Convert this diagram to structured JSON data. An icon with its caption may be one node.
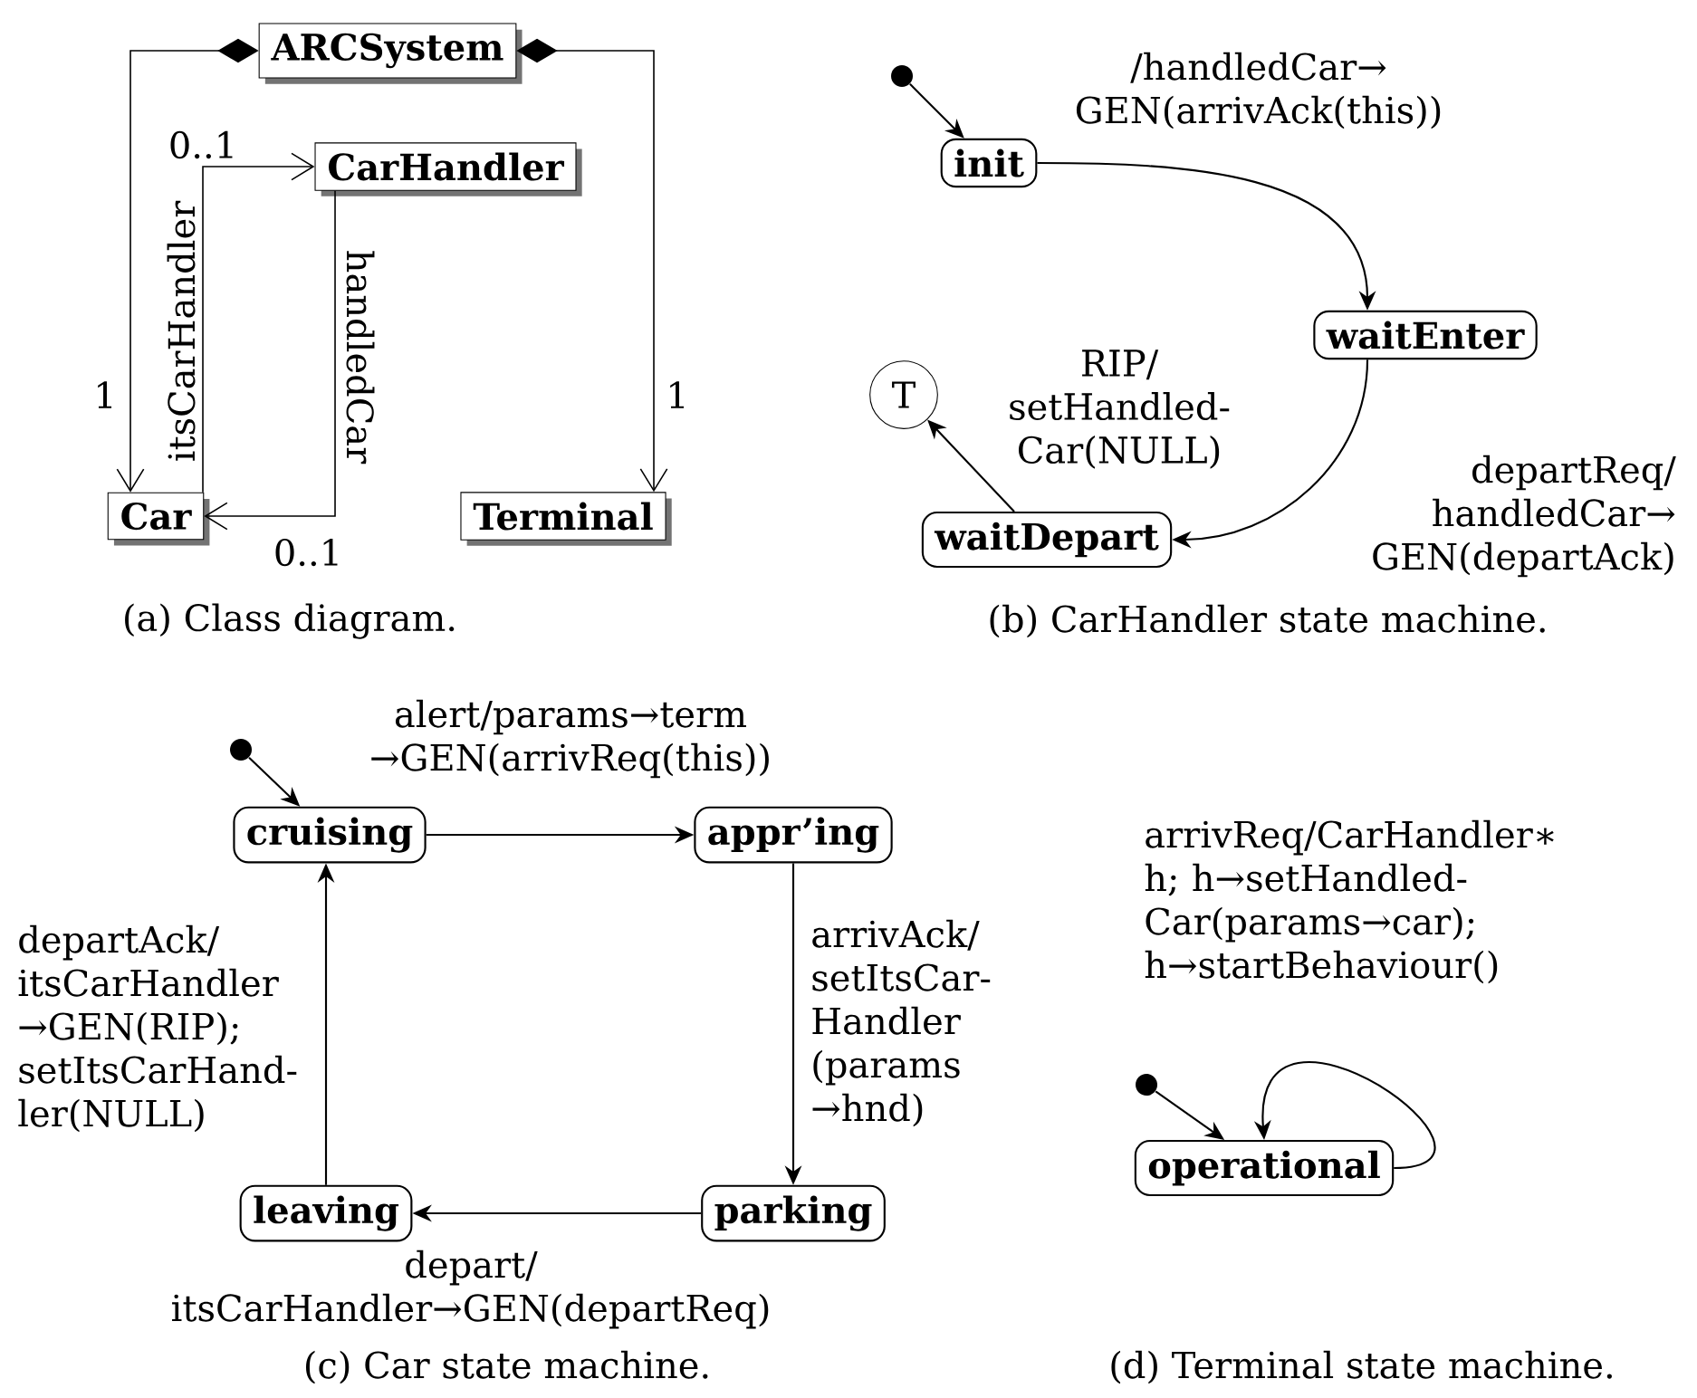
{
  "diagram": {
    "nodes": [
      {
        "text": [
          "ARCSystem"
        ]
      },
      {
        "text": [
          "CarHandler"
        ]
      },
      {
        "text": [
          "Car"
        ]
      },
      {
        "text": [
          "Terminal"
        ]
      },
      {
        "text": [],
        "shape": "circle"
      },
      {
        "text": [
          "init"
        ]
      },
      {
        "text": [
          "waitEnter"
        ]
      },
      {
        "text": [
          "waitDepart"
        ]
      },
      {
        "text": [
          "T"
        ]
      },
      {
        "text": [],
        "shape": "circle"
      },
      {
        "text": [
          "cruising"
        ]
      },
      {
        "text": [
          "appr’ing"
        ]
      },
      {
        "text": [
          "parking"
        ]
      },
      {
        "text": [
          "leaving"
        ]
      },
      {
        "text": [],
        "shape": "circle"
      },
      {
        "text": [
          "operational"
        ]
      }
    ],
    "edges": [
      {
        "from": 0,
        "to": 2,
        "arrow": "to",
        "label": "1"
      },
      {
        "from": 0,
        "to": 3,
        "arrow": "to",
        "label": "1"
      },
      {
        "from": 2,
        "to": 1,
        "arrow": "to",
        "label": "itsCarHandler"
      },
      {
        "from": 1,
        "to": 2,
        "arrow": "to",
        "label": "handledCar"
      },
      {
        "from": 4,
        "to": 5,
        "arrow": "to"
      },
      {
        "from": 5,
        "to": 6,
        "arrow": "to",
        "label": "/handledCar→ GEN(arrivAck(this))"
      },
      {
        "from": 6,
        "to": 7,
        "arrow": "to",
        "label": "departReq/ handledCar→ GEN(departAck)"
      },
      {
        "from": 7,
        "to": 8,
        "arrow": "to",
        "label": "RIP/ setHandled- Car(NULL)"
      },
      {
        "from": 9,
        "to": 10,
        "arrow": "to"
      },
      {
        "from": 10,
        "to": 11,
        "arrow": "to",
        "label": "alert/params→term →GEN(arrivReq(this))"
      },
      {
        "from": 11,
        "to": 12,
        "arrow": "to",
        "label": "arrivAck/ setItsCar- Handler (params →hnd)"
      },
      {
        "from": 12,
        "to": 13,
        "arrow": "to",
        "label": "depart/ itsCarHandler→GEN(departReq)"
      },
      {
        "from": 13,
        "to": 10,
        "arrow": "to",
        "label": "departAck/ itsCarHandler →GEN(RIP); setItsCarHand- ler(NULL)"
      },
      {
        "from": 14,
        "to": 15,
        "arrow": "to"
      },
      {
        "from": 15,
        "to": 15,
        "arrow": "to",
        "label": "arrivReq/CarHandler∗ h; h→setHandled- Car(params→car); h→startBehaviour()"
      }
    ],
    "labels": [
      "0..1",
      "0..1",
      "(a) Class diagram.",
      "(b) CarHandler state machine.",
      "(c) Car state machine.",
      "(d) Terminal state machine."
    ]
  }
}
